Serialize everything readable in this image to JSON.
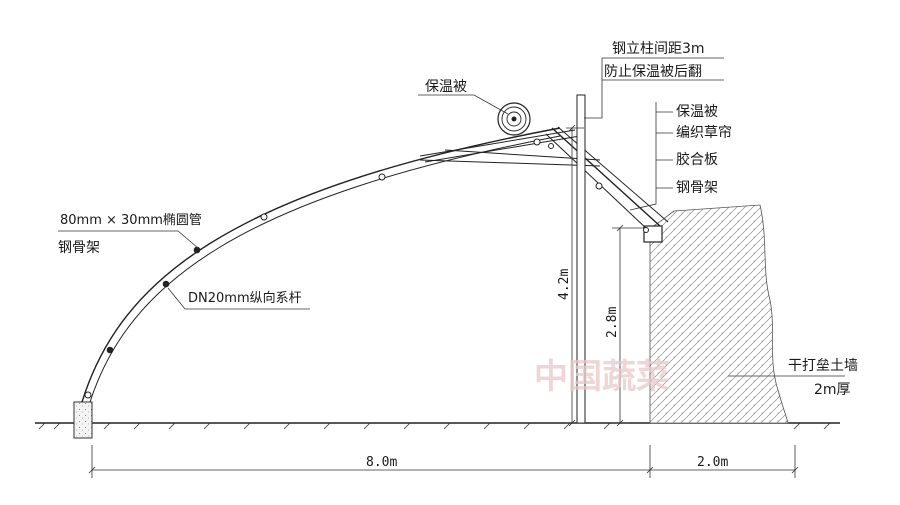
{
  "labels": {
    "quilt_roll": "保温被",
    "post_note_1": "钢立柱间距3m",
    "post_note_2": "防止保温被后翻",
    "roof_layer_1": "保温被",
    "roof_layer_2": "编织草帘",
    "roof_layer_3": "胶合板",
    "roof_layer_4": "钢骨架",
    "pipe_spec": "80mm × 30mm椭圆管",
    "frame": "钢骨架",
    "tie_bar": "DN20mm纵向系杆",
    "wall_type": "干打垒土墙",
    "wall_thickness": "2m厚",
    "watermark": "中国蔬菜"
  },
  "dimensions": {
    "span": "8.0m",
    "wall_width": "2.0m",
    "ridge_height": "4.2m",
    "wall_height": "2.8m"
  }
}
